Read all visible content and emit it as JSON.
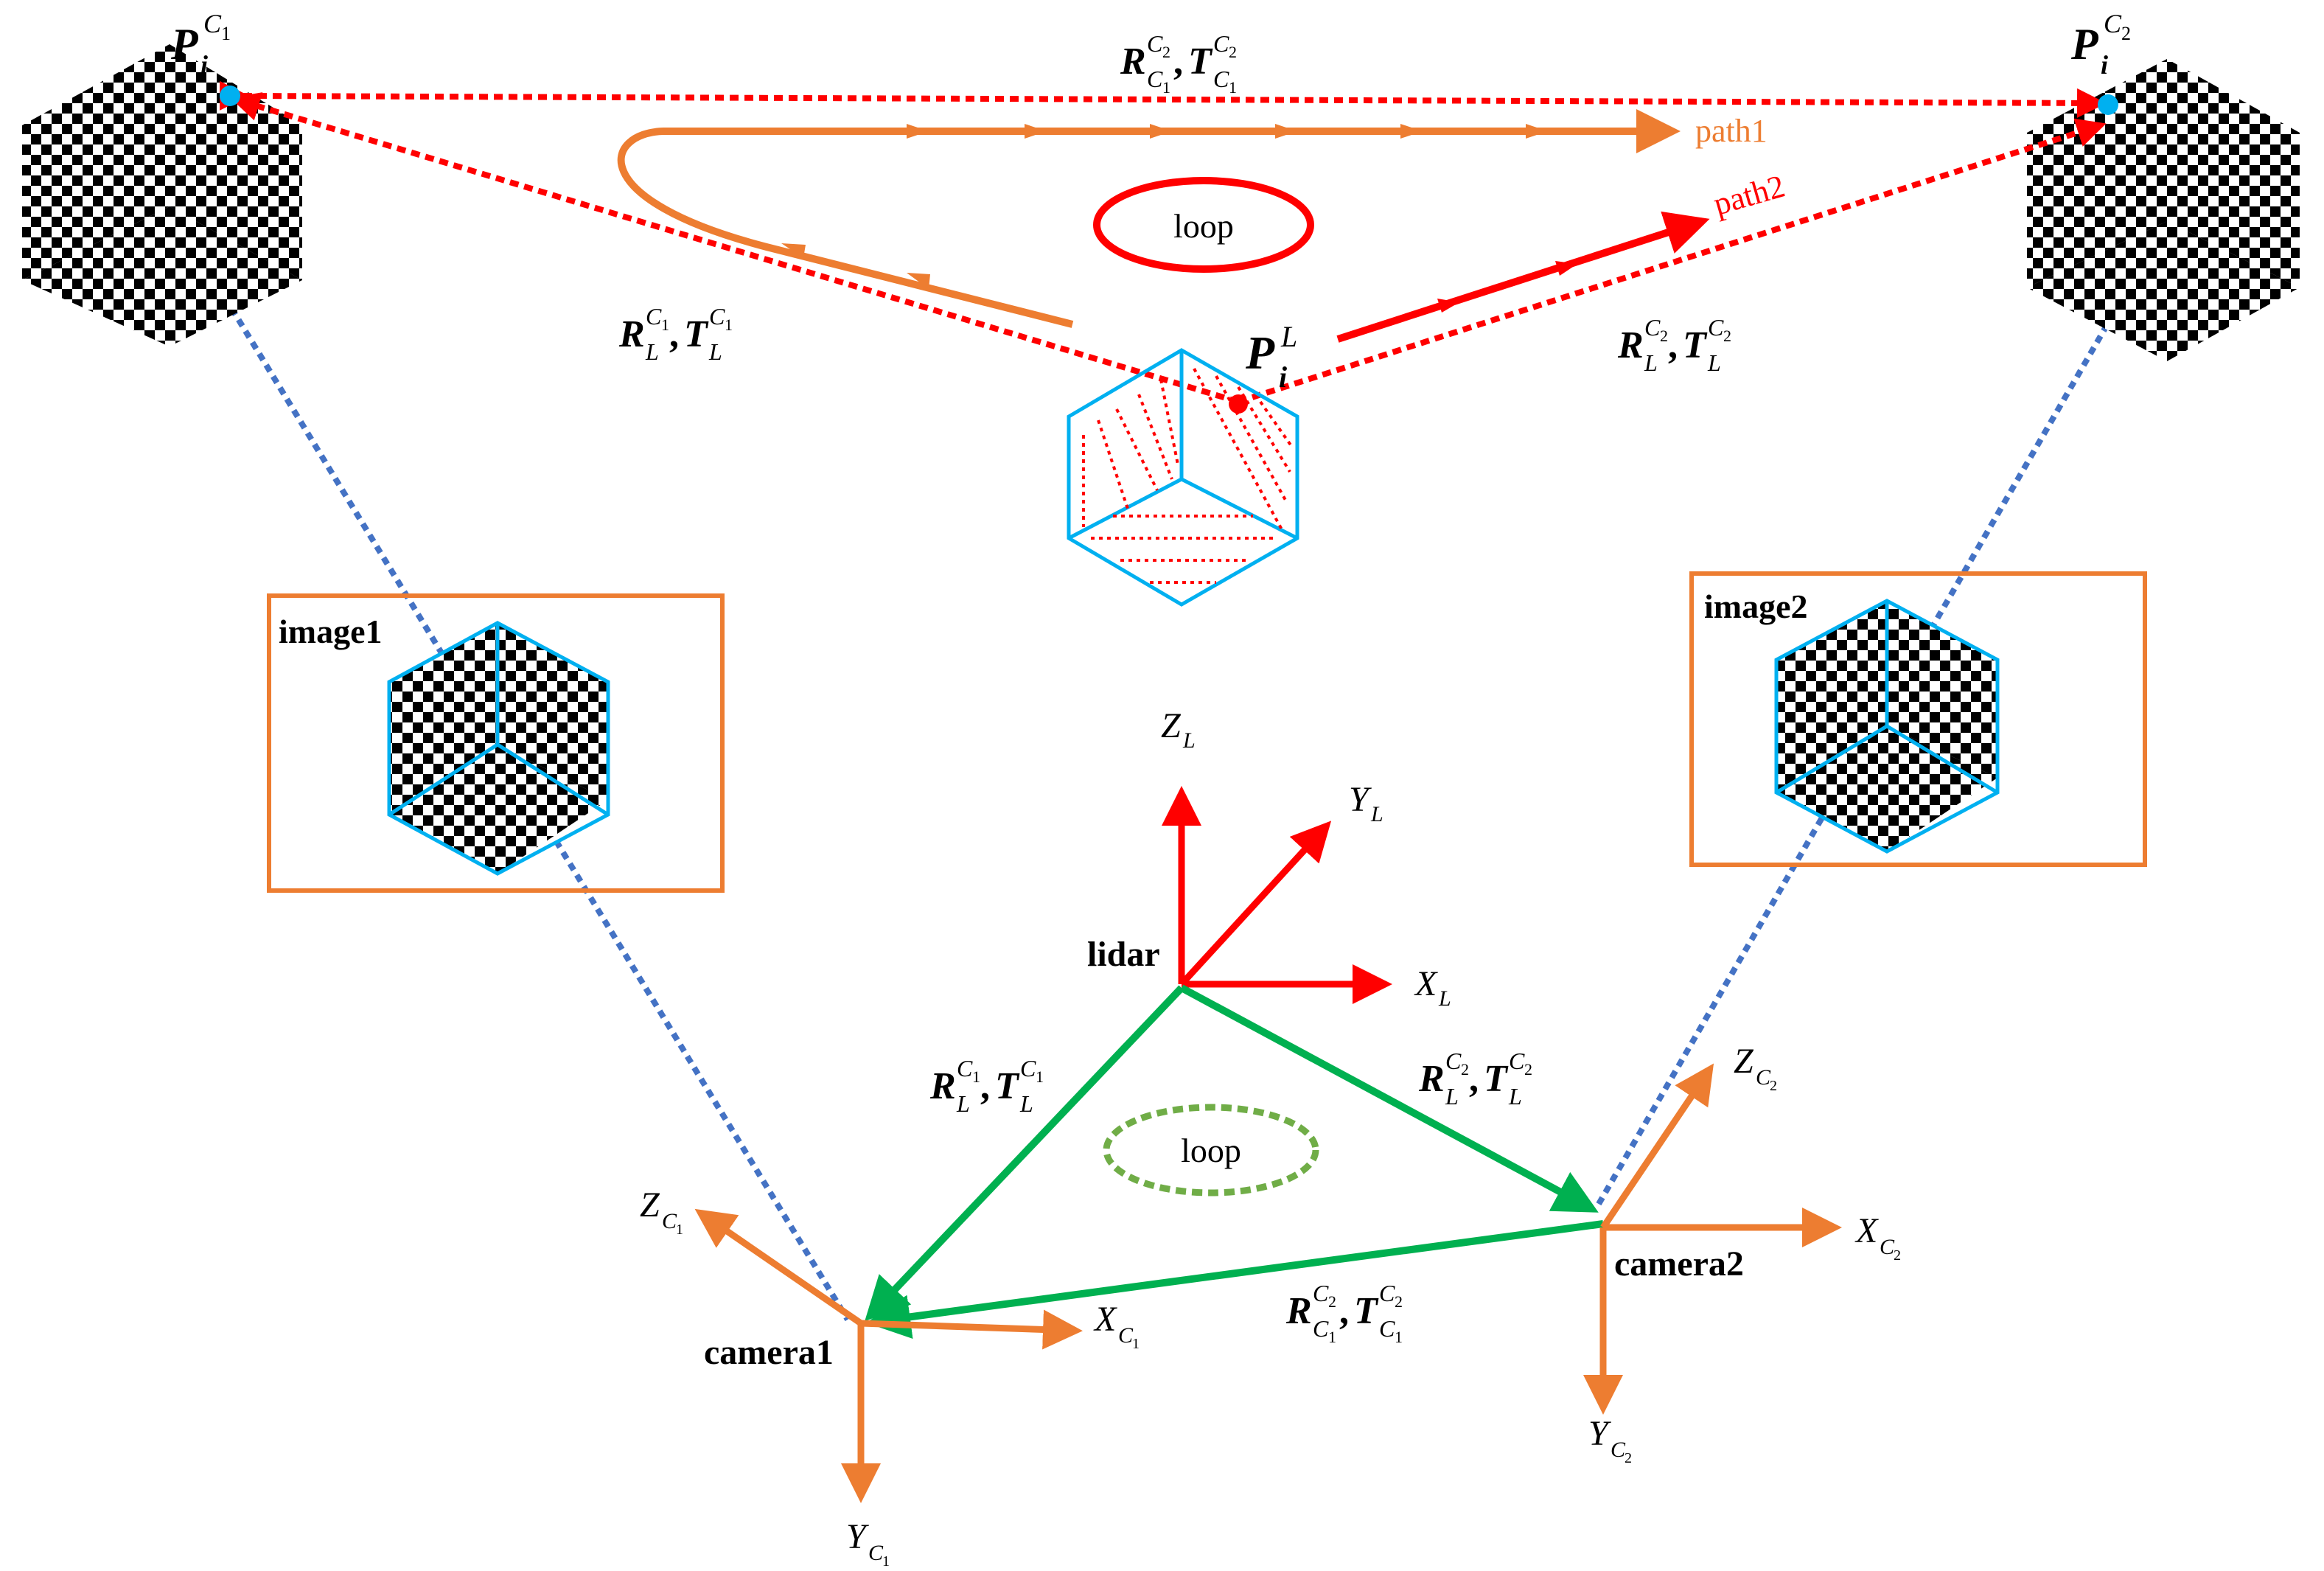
{
  "colors": {
    "orange": "#ED7D31",
    "red": "#FF0000",
    "green": "#00B050",
    "cyan": "#00B0F0",
    "blue_dotted": "#4472C4",
    "loop_green": "#70AD47",
    "black": "#000000"
  },
  "labels": {
    "path1": "path1",
    "path2": "path2",
    "loop_top": "loop",
    "loop_bottom": "loop",
    "image1": "image1",
    "image2": "image2",
    "lidar": "lidar",
    "camera1": "camera1",
    "camera2": "camera2"
  },
  "math": {
    "P": "P",
    "i": "i",
    "L": "L",
    "R": "R",
    "T": "T",
    "C1": "C",
    "C2": "C",
    "one": "1",
    "two": "2",
    "comma": ",",
    "X": "X",
    "Y": "Y",
    "Z": "Z"
  },
  "icons": [
    "checkerboard-cube-left-icon",
    "checkerboard-cube-right-icon",
    "checkerboard-cube-image1-icon",
    "checkerboard-cube-image2-icon",
    "lidar-point-cloud-cube-icon"
  ]
}
